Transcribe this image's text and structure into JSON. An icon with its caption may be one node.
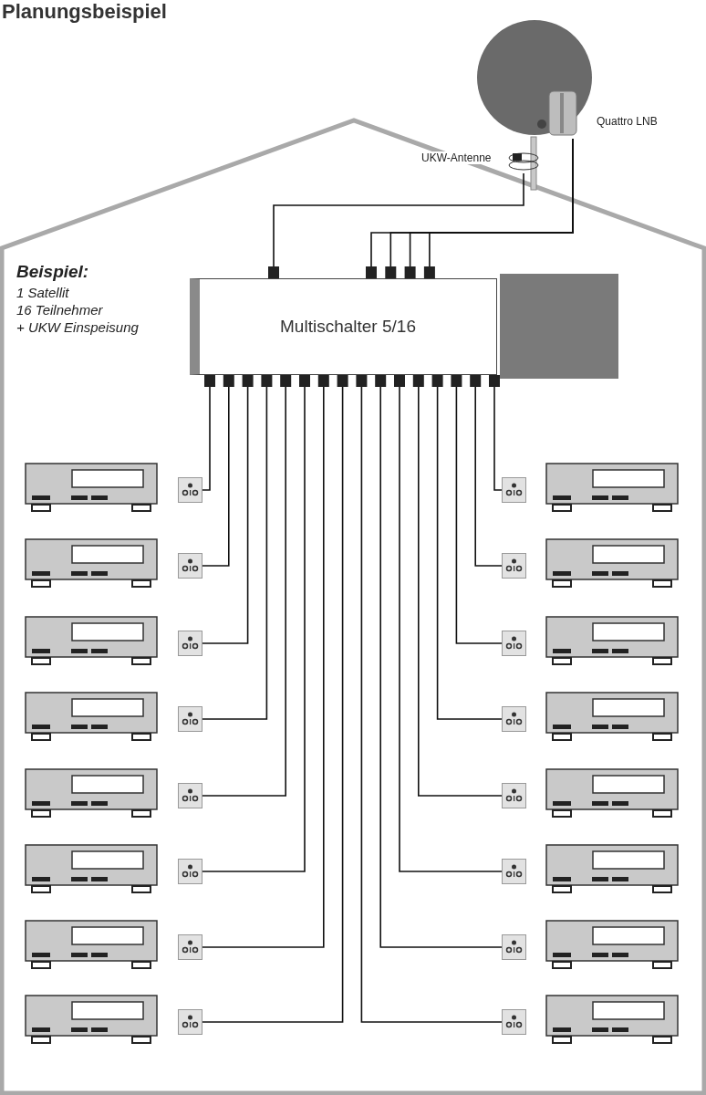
{
  "diagram": {
    "title": "Planungsbeispiel",
    "nodes": [
      {
        "text": [],
        "shape": "picture",
        "beside": [
          "Quattro LNB"
        ]
      },
      {
        "text": [],
        "shape": "picture",
        "beside": [
          "UKW-Antenne"
        ]
      },
      {
        "text": [
          "Multischalter 5/16"
        ]
      },
      {
        "text": [],
        "shape": "box"
      },
      {
        "text": [],
        "shape": "box"
      },
      {
        "text": [],
        "shape": "box"
      },
      {
        "text": [],
        "shape": "box"
      },
      {
        "text": [],
        "shape": "box"
      },
      {
        "text": [],
        "shape": "box"
      },
      {
        "text": [],
        "shape": "box"
      },
      {
        "text": [],
        "shape": "box"
      },
      {
        "text": [],
        "shape": "box"
      },
      {
        "text": [],
        "shape": "box"
      },
      {
        "text": [],
        "shape": "box"
      },
      {
        "text": [],
        "shape": "box"
      },
      {
        "text": [],
        "shape": "box"
      },
      {
        "text": [],
        "shape": "box"
      },
      {
        "text": [],
        "shape": "box"
      },
      {
        "text": [],
        "shape": "box"
      },
      {
        "text": [],
        "shape": "box"
      },
      {
        "text": [],
        "shape": "box"
      },
      {
        "text": [],
        "shape": "box"
      },
      {
        "text": [],
        "shape": "box"
      },
      {
        "text": [],
        "shape": "box"
      },
      {
        "text": [],
        "shape": "box"
      },
      {
        "text": [],
        "shape": "box"
      },
      {
        "text": [],
        "shape": "box"
      },
      {
        "text": [],
        "shape": "box"
      },
      {
        "text": [],
        "shape": "box"
      },
      {
        "text": [],
        "shape": "box"
      },
      {
        "text": [],
        "shape": "box"
      },
      {
        "text": [],
        "shape": "box"
      },
      {
        "text": [],
        "shape": "box"
      },
      {
        "text": [],
        "shape": "box"
      },
      {
        "text": [],
        "shape": "box"
      },
      {
        "text": [],
        "shape": "box"
      }
    ],
    "edges": [
      {
        "from": 1,
        "to": 2,
        "arrow": "none"
      },
      {
        "from": 0,
        "to": 2,
        "arrow": "none"
      },
      {
        "from": 0,
        "to": 2,
        "arrow": "none"
      },
      {
        "from": 0,
        "to": 2,
        "arrow": "none"
      },
      {
        "from": 0,
        "to": 2,
        "arrow": "none"
      },
      {
        "from": 2,
        "to": 4,
        "arrow": "none"
      },
      {
        "from": 2,
        "to": 5,
        "arrow": "none"
      },
      {
        "from": 2,
        "to": 6,
        "arrow": "none"
      },
      {
        "from": 2,
        "to": 7,
        "arrow": "none"
      },
      {
        "from": 2,
        "to": 8,
        "arrow": "none"
      },
      {
        "from": 2,
        "to": 9,
        "arrow": "none"
      },
      {
        "from": 2,
        "to": 10,
        "arrow": "none"
      },
      {
        "from": 2,
        "to": 11,
        "arrow": "none"
      },
      {
        "from": 2,
        "to": 12,
        "arrow": "none"
      },
      {
        "from": 2,
        "to": 13,
        "arrow": "none"
      },
      {
        "from": 2,
        "to": 14,
        "arrow": "none"
      },
      {
        "from": 2,
        "to": 15,
        "arrow": "none"
      },
      {
        "from": 2,
        "to": 16,
        "arrow": "none"
      },
      {
        "from": 2,
        "to": 17,
        "arrow": "none"
      },
      {
        "from": 2,
        "to": 18,
        "arrow": "none"
      },
      {
        "from": 2,
        "to": 19,
        "arrow": "none"
      }
    ],
    "labels": [
      "Beispiel:",
      "1 Satellit",
      "16 Teilnehmer",
      "+ UKW Einspeisung"
    ]
  }
}
